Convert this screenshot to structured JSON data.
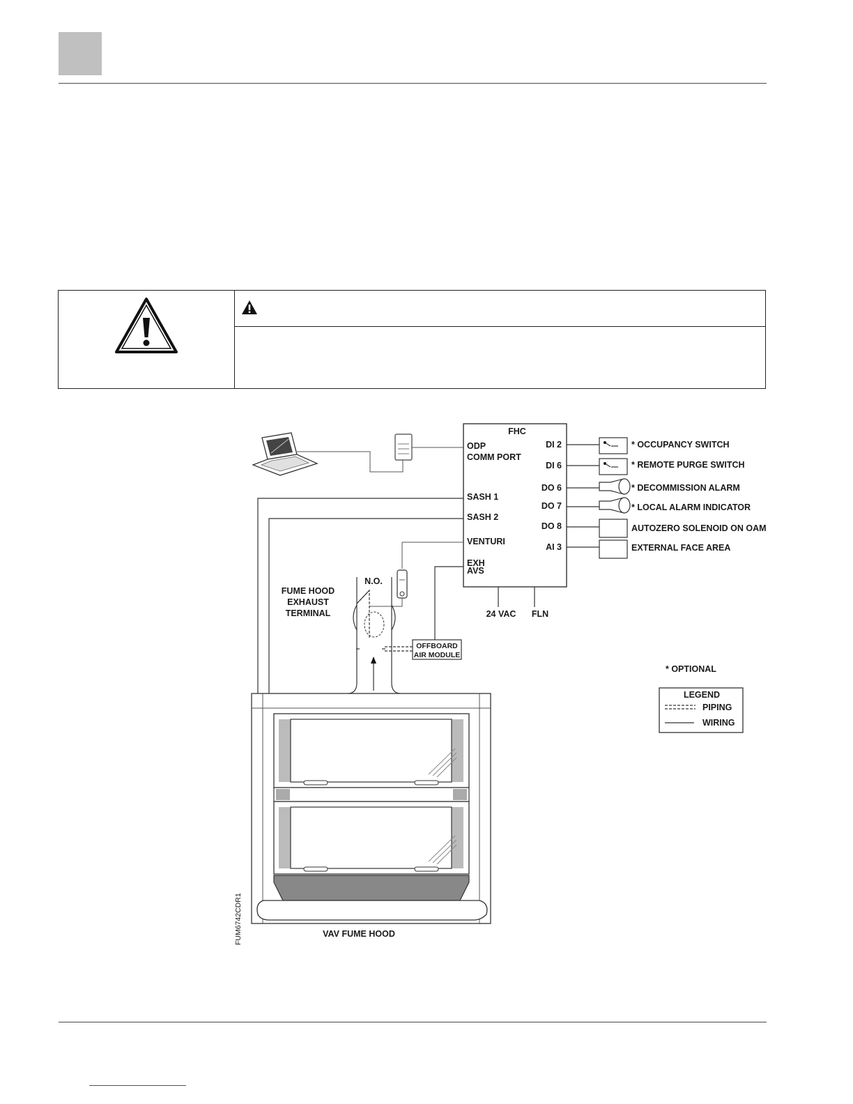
{
  "diagram": {
    "controller": {
      "title": "FHC",
      "left_ports": [
        "ODP",
        "COMM PORT",
        "SASH 1",
        "SASH 2",
        "VENTURI",
        "EXH",
        "AVS"
      ],
      "right_ports": [
        "DI 2",
        "DI 6",
        "DO 6",
        "DO 7",
        "DO 8",
        "AI 3"
      ],
      "bottom_ports": [
        "24 VAC",
        "FLN"
      ]
    },
    "devices": [
      "* OCCUPANCY SWITCH",
      "* REMOTE PURGE SWITCH",
      "* DECOMMISSION ALARM",
      "* LOCAL ALARM INDICATOR",
      "AUTOZERO SOLENOID ON OAM",
      "EXTERNAL FACE AREA"
    ],
    "exhaust_terminal": [
      "FUME HOOD",
      "EXHAUST",
      "TERMINAL"
    ],
    "valve_state": "N.O.",
    "air_module": [
      "OFFBOARD",
      "AIR MODULE"
    ],
    "optional_note": "* OPTIONAL",
    "legend": {
      "title": "LEGEND",
      "piping": "PIPING",
      "wiring": "WIRING"
    },
    "hood_label": "VAV FUME HOOD",
    "figure_id": "FUM6742CDR1"
  }
}
